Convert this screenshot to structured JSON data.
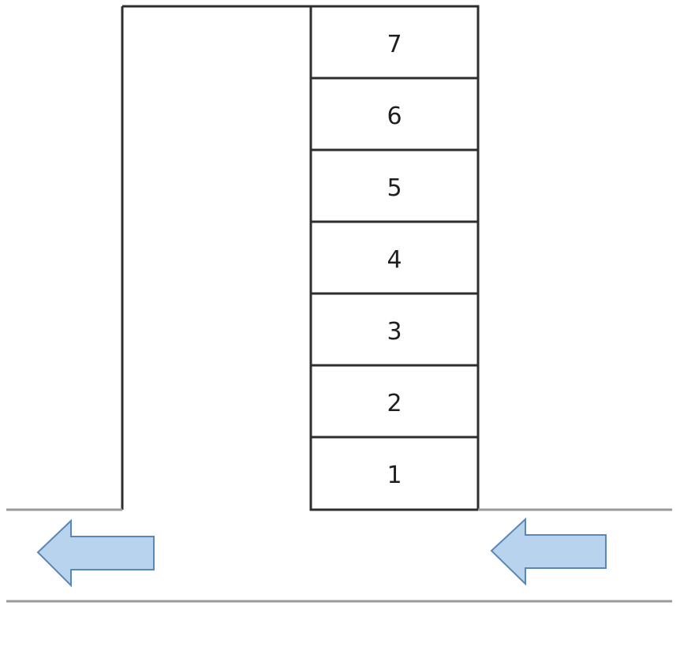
{
  "colors": {
    "line": "#2e2e2e",
    "road_line": "#9a9a9a",
    "arrow_fill": "#b8d3ee",
    "arrow_stroke": "#5b87b8",
    "background": "#ffffff"
  },
  "stack": {
    "slots": [
      "7",
      "6",
      "5",
      "4",
      "3",
      "2",
      "1"
    ]
  },
  "road": {
    "arrows": [
      {
        "name": "left-arrow-icon",
        "direction": "left"
      },
      {
        "name": "right-arrow-icon",
        "direction": "left"
      }
    ]
  }
}
